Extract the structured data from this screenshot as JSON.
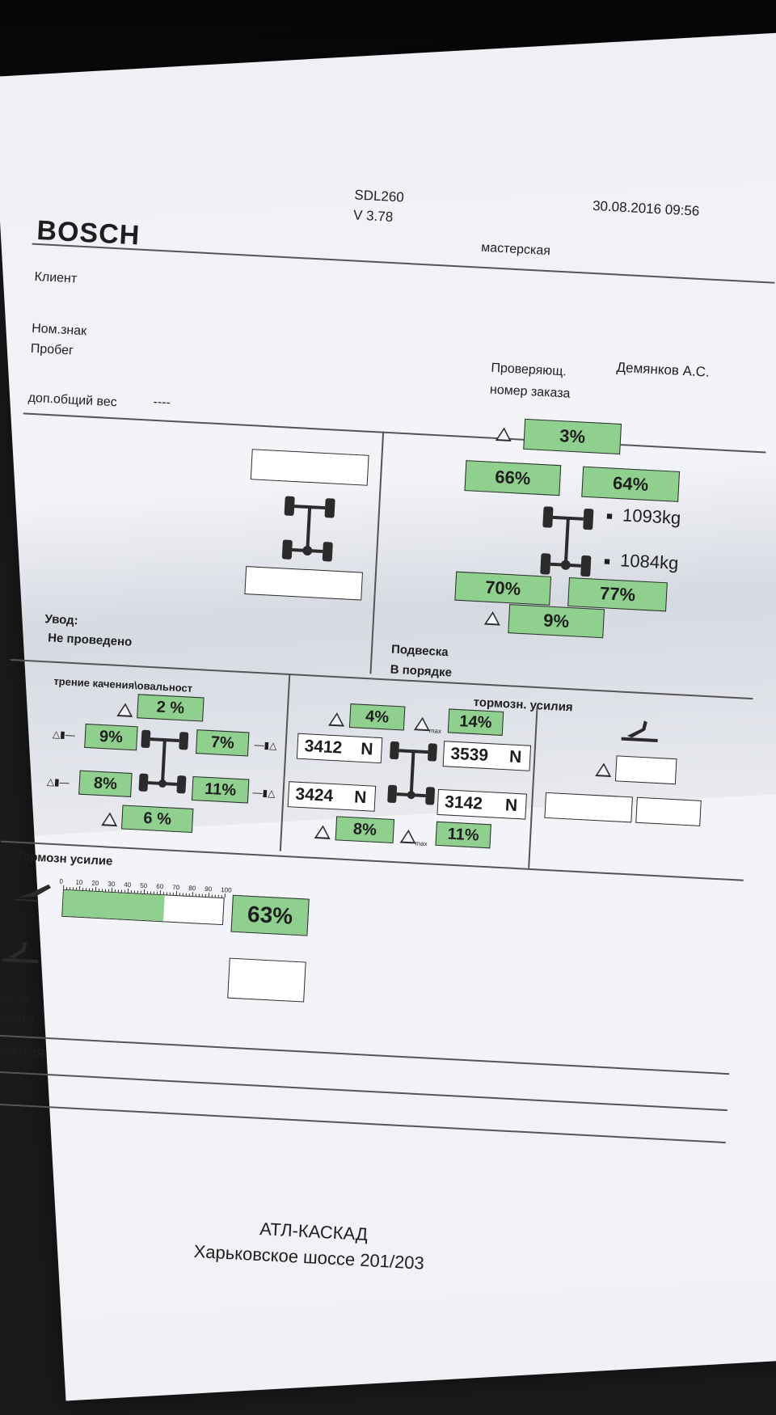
{
  "header": {
    "brand": "BOSCH",
    "device": "SDL260",
    "version": "V 3.78",
    "datetime": "30.08.2016  09:56",
    "workshop_label": "мастерская"
  },
  "info": {
    "client_label": "Клиент",
    "plate_label": "Ном.знак",
    "mileage_label": "Пробег",
    "weight_label": "доп.общий вес",
    "weight_value": "----",
    "inspector_label": "Проверяющ.",
    "inspector_value": "Демянков А.С.",
    "order_label": "номер заказа"
  },
  "alignment": {
    "title": "Увод:",
    "status": "Не проведено"
  },
  "suspension": {
    "front_delta": "3%",
    "front_left": "66%",
    "front_right": "64%",
    "front_weight": "1093kg",
    "rear_weight": "1084kg",
    "rear_left": "70%",
    "rear_right": "77%",
    "rear_delta": "9%",
    "title": "Подвеска",
    "status": "В порядке"
  },
  "rolling": {
    "title": "трение качения\\овальност",
    "front_delta": "2  %",
    "fl": "9%",
    "fr": "7%",
    "rl": "8%",
    "rr": "11%",
    "rear_delta": "6  %"
  },
  "brake_forces": {
    "title": "тормозн. усилия",
    "front_delta": "4%",
    "front_max": "14%",
    "fl": "3412",
    "fr": "3539",
    "rl": "3424",
    "rr": "3142",
    "unit": "N",
    "rear_delta": "8%",
    "rear_max": "11%",
    "max_sub": "max"
  },
  "service_brake": {
    "title": "Тормозн усилие",
    "scale": [
      "0",
      "10",
      "20",
      "30",
      "40",
      "50",
      "60",
      "70",
      "80",
      "90",
      "100"
    ],
    "fill_fraction": 0.63,
    "value": "63%",
    "status_title": "тормоза",
    "status": "В порядке"
  },
  "notes": {
    "title": "ПРИМЕЧАНИЯ"
  },
  "footer": {
    "company": "АТЛ-КАСКАД",
    "address": "Харьковское шоссе 201/203"
  },
  "colors": {
    "green": "#8fd08f",
    "ink": "#2b2b2b"
  }
}
